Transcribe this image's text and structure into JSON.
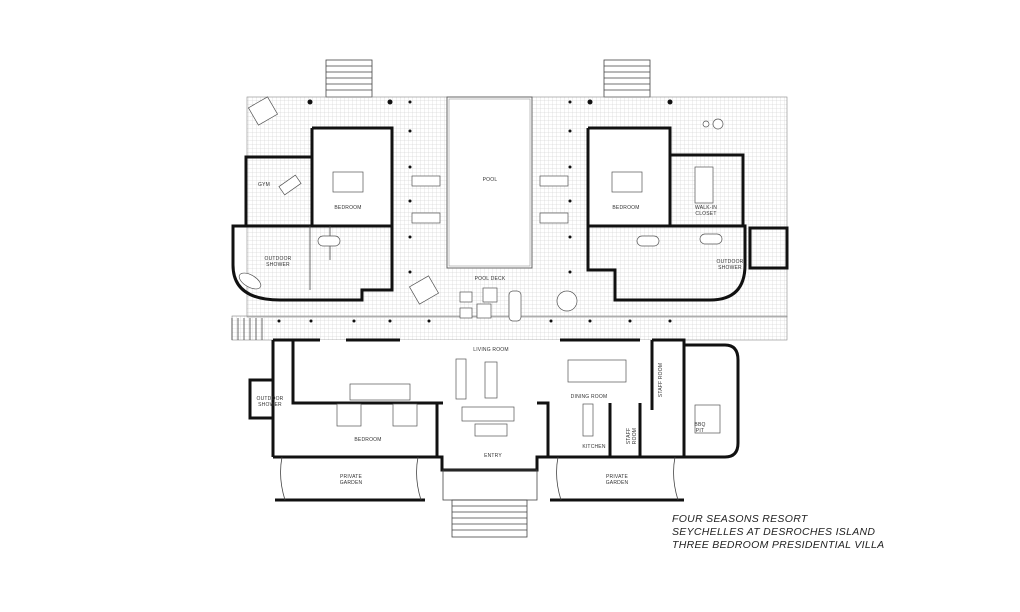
{
  "plan": {
    "rooms": {
      "gym": "GYM",
      "bedroom_left": "BEDROOM",
      "outdoor_shower_left": [
        "OUTDOOR",
        "SHOWER"
      ],
      "pool": "POOL",
      "pool_deck": "POOL DECK",
      "bedroom_right": "BEDROOM",
      "walk_in_closet": [
        "WALK-IN",
        "CLOSET"
      ],
      "outdoor_shower_right": [
        "OUTDOOR",
        "SHOWER"
      ],
      "living_room": "LIVING ROOM",
      "outdoor_shower_lower": [
        "OUTDOOR",
        "SHOWER"
      ],
      "bedroom_lower": "BEDROOM",
      "entry": "ENTRY",
      "dining_room": "DINING ROOM",
      "kitchen": "KITCHEN",
      "staff_room_large": "STAFF ROOM",
      "staff_room_small": [
        "STAFF",
        "ROOM"
      ],
      "bbq_pit": [
        "BBQ",
        "PIT"
      ],
      "private_garden_left": [
        "PRIVATE",
        "GARDEN"
      ],
      "private_garden_right": [
        "PRIVATE",
        "GARDEN"
      ]
    }
  },
  "caption": {
    "line1": "FOUR SEASONS RESORT",
    "line2": "SEYCHELLES AT DESROCHES ISLAND",
    "line3": "THREE BEDROOM PRESIDENTIAL VILLA"
  }
}
